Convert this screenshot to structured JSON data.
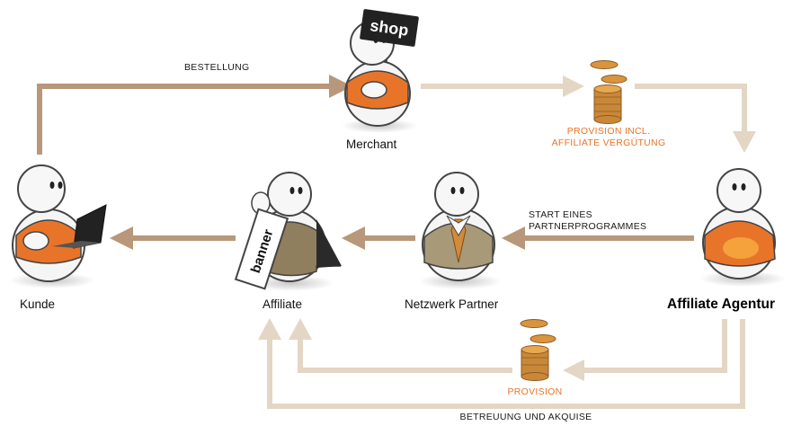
{
  "actors": {
    "kunde": "Kunde",
    "merchant": "Merchant",
    "affiliate": "Affiliate",
    "netzwerk_partner": "Netzwerk Partner",
    "affiliate_agentur": "Affiliate Agentur"
  },
  "flows": {
    "bestellung": "BESTELLUNG",
    "provision_incl_1": "PROVISION INCL.",
    "provision_incl_2": "AFFILIATE VERGÜTUNG",
    "start_1": "START EINES",
    "start_2": "PARTNERPROGRAMMES",
    "provision": "PROVISION",
    "betreuung": "BETREUUNG UND AKQUISE"
  },
  "signs": {
    "shop": "shop",
    "banner": "banner"
  },
  "colors": {
    "orange": "#e8742a",
    "brown_arrow": "#b8977a",
    "light_arrow": "#e3d6c4",
    "olive": "#8f7f5e",
    "coin": "#d9943f"
  }
}
